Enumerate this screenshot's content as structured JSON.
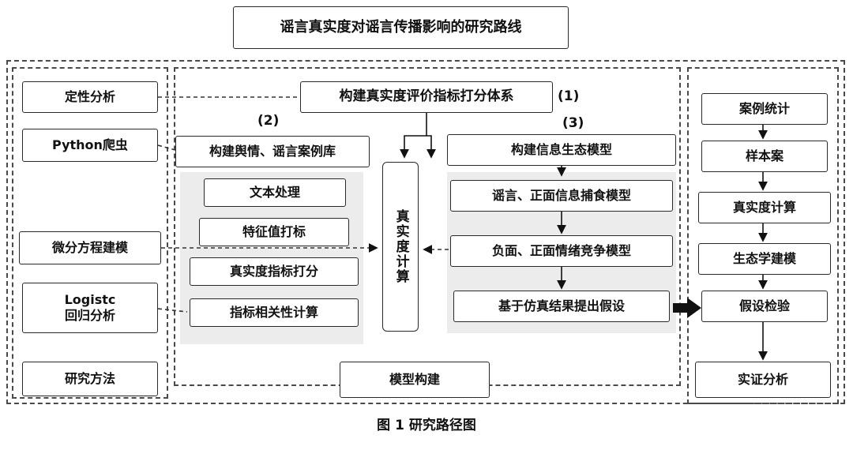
{
  "title": "谣言真实度对谣言传播影响的研究路线",
  "caption": "图 1 研究路径图",
  "left_panel": {
    "qualitative": "定性分析",
    "python": "Python爬虫",
    "differential": "微分方程建模",
    "logistic": "Logistc\n回归分析",
    "methods": "研究方法"
  },
  "middle_panel": {
    "score_system": "构建真实度评价指标打分体系",
    "marker_1": "(1)",
    "marker_2": "(2)",
    "marker_3": "(3)",
    "case_library": "构建舆情、谣言案例库",
    "steps": [
      "文本处理",
      "特征值打标",
      "真实度指标打分",
      "指标相关性计算"
    ],
    "authenticity_calc": "真实度计算",
    "eco_model": "构建信息生态模型",
    "models": [
      "谣言、正面信息捕食模型",
      "负面、正面情绪竞争模型",
      "基于仿真结果提出假设"
    ],
    "footer": "模型构建"
  },
  "right_panel": {
    "items": [
      "案例统计",
      "样本案",
      "真实度计算",
      "生态学建模",
      "假设检验",
      "实证分析"
    ]
  }
}
